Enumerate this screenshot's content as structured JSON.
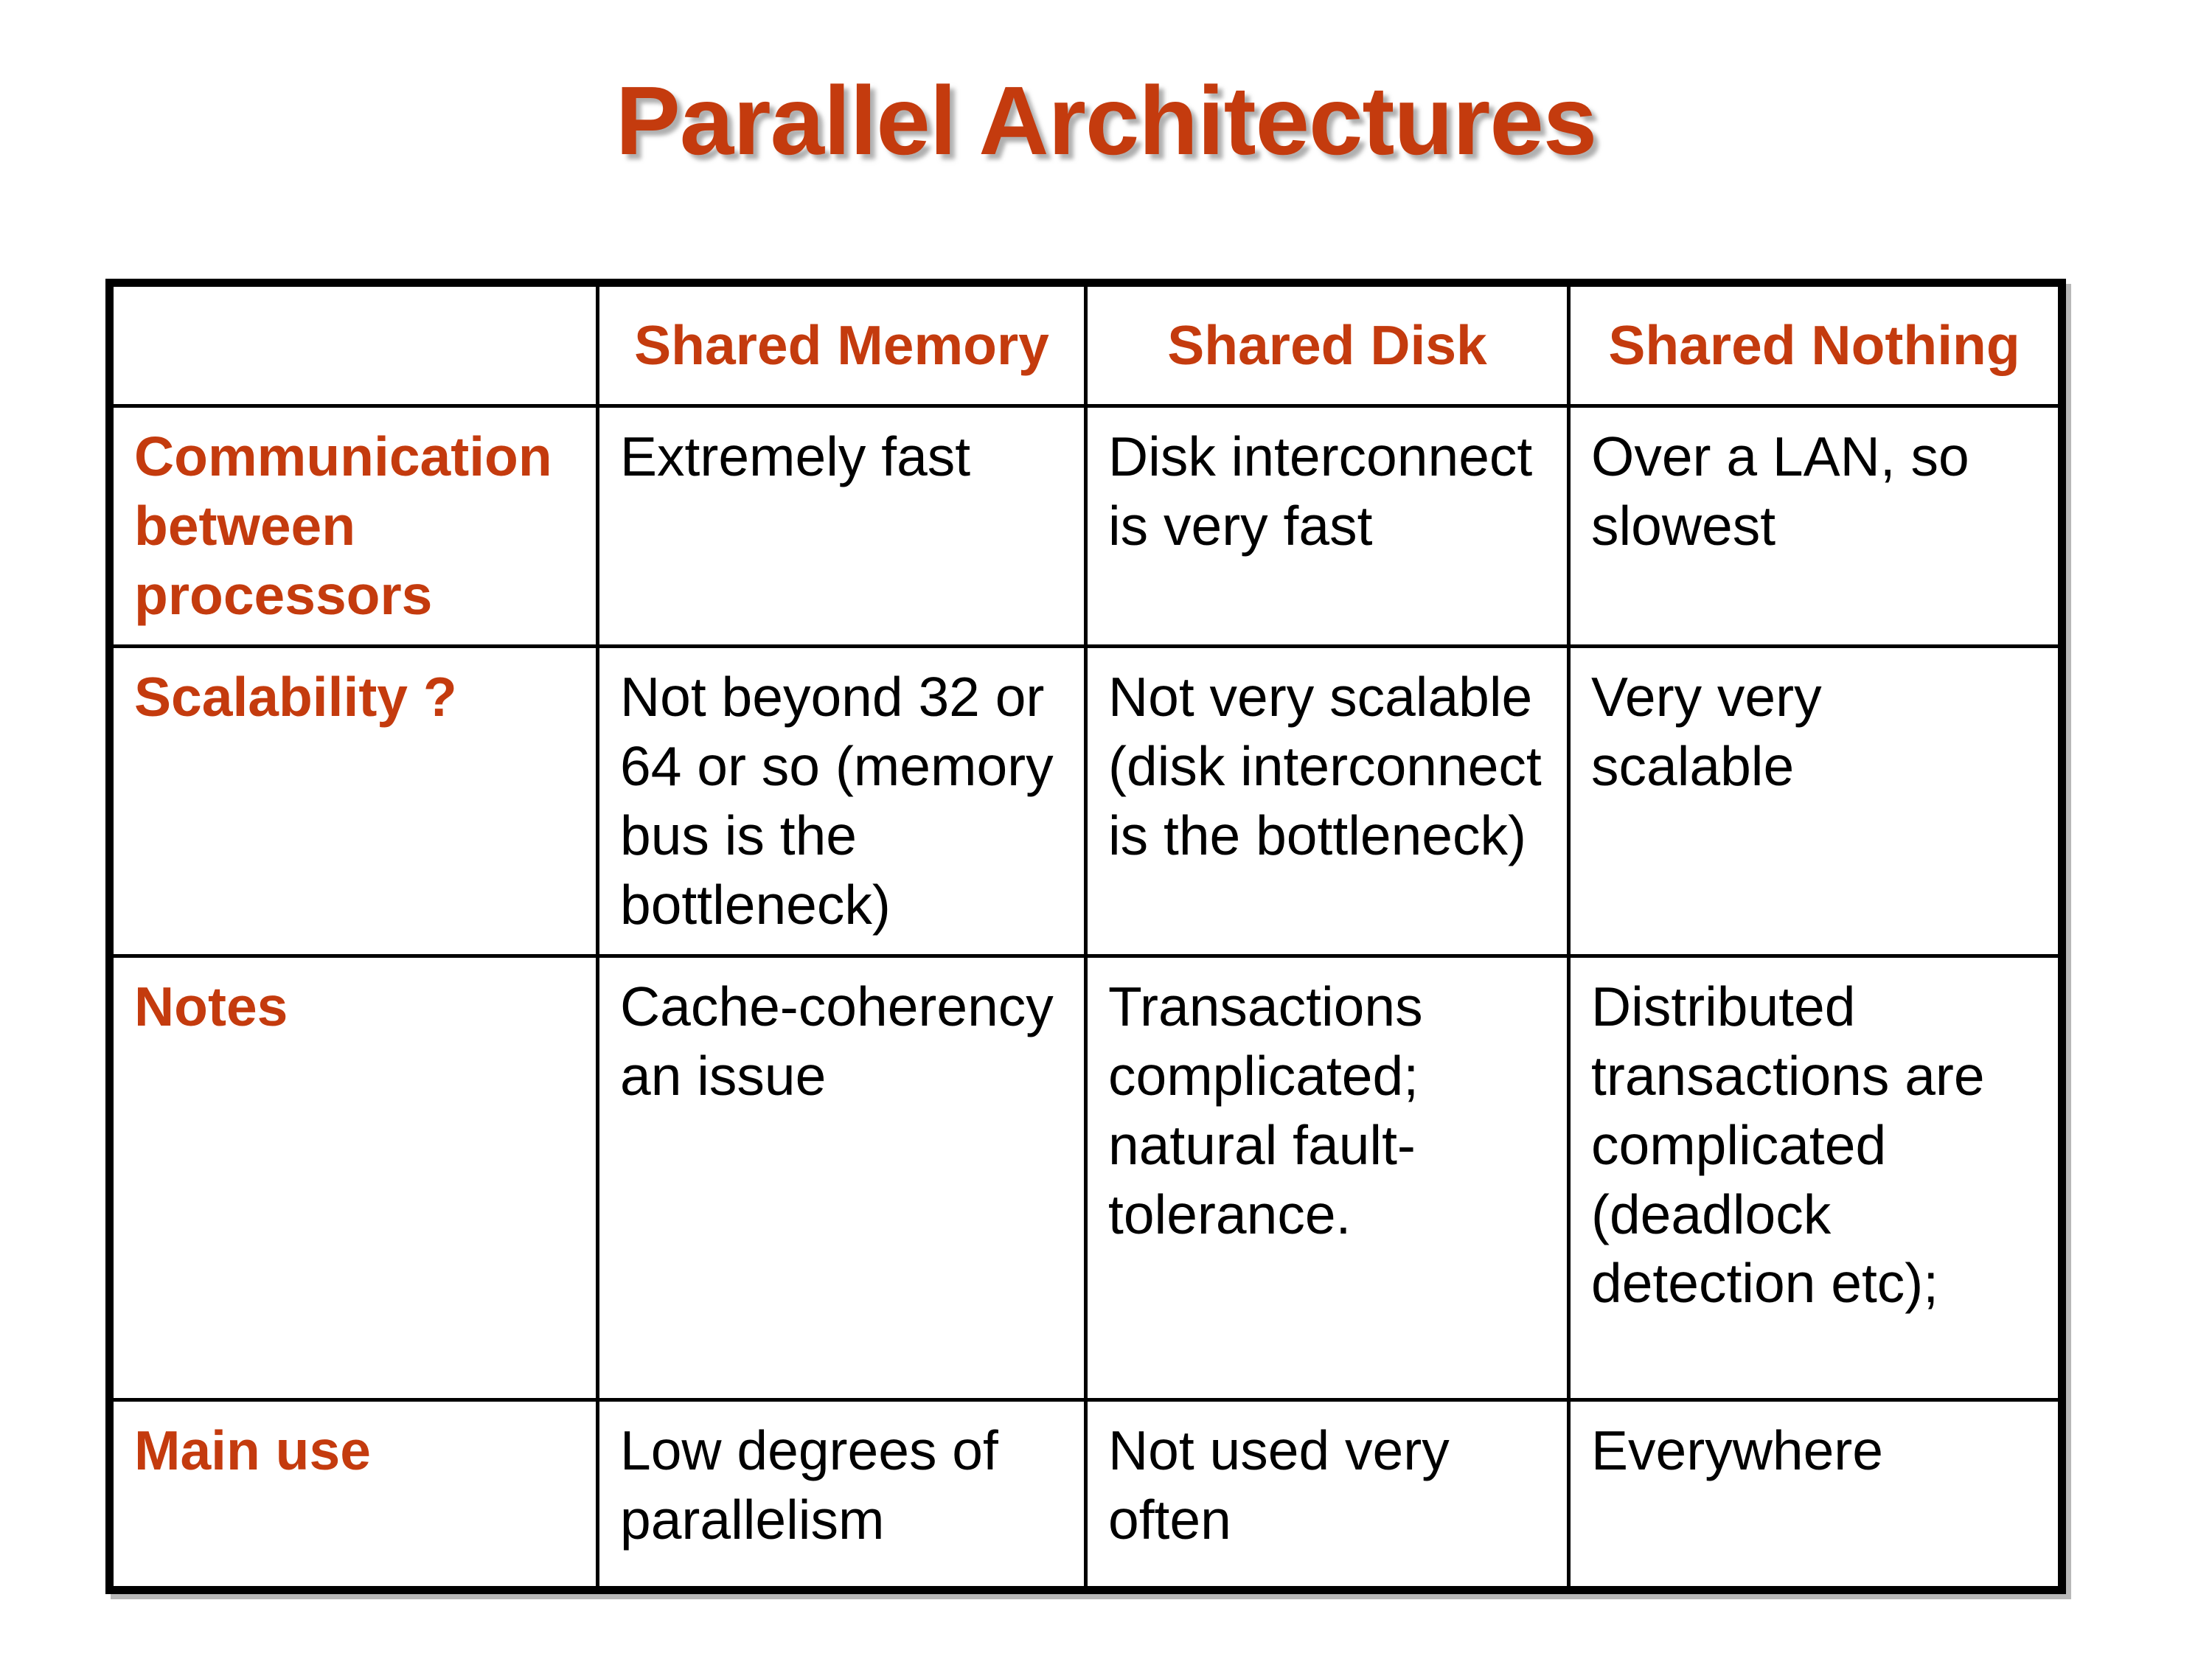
{
  "title": "Parallel Architectures",
  "colors": {
    "accent": "#C43B0E",
    "text": "#000000",
    "background": "#FFFFFF",
    "border": "#000000",
    "shadow": "#B8B8B8"
  },
  "table": {
    "columns": [
      "",
      "Shared Memory",
      "Shared Disk",
      "Shared Nothing"
    ],
    "rows": [
      {
        "label": "Communication between processors",
        "cells": [
          "Extremely fast",
          "Disk interconnect is very fast",
          "Over a LAN, so slowest"
        ]
      },
      {
        "label": "Scalability ?",
        "cells": [
          "Not beyond 32 or 64 or so (memory bus is the bottleneck)",
          "Not very scalable (disk interconnect is the bottleneck)",
          "Very very scalable"
        ]
      },
      {
        "label": "Notes",
        "cells": [
          "Cache-coherency an issue",
          "Transactions complicated; natural fault-tolerance.",
          "Distributed transactions are complicated (deadlock detection etc);"
        ]
      },
      {
        "label": "Main use",
        "cells": [
          "Low degrees of parallelism",
          "Not used very often",
          "Everywhere"
        ]
      }
    ]
  }
}
